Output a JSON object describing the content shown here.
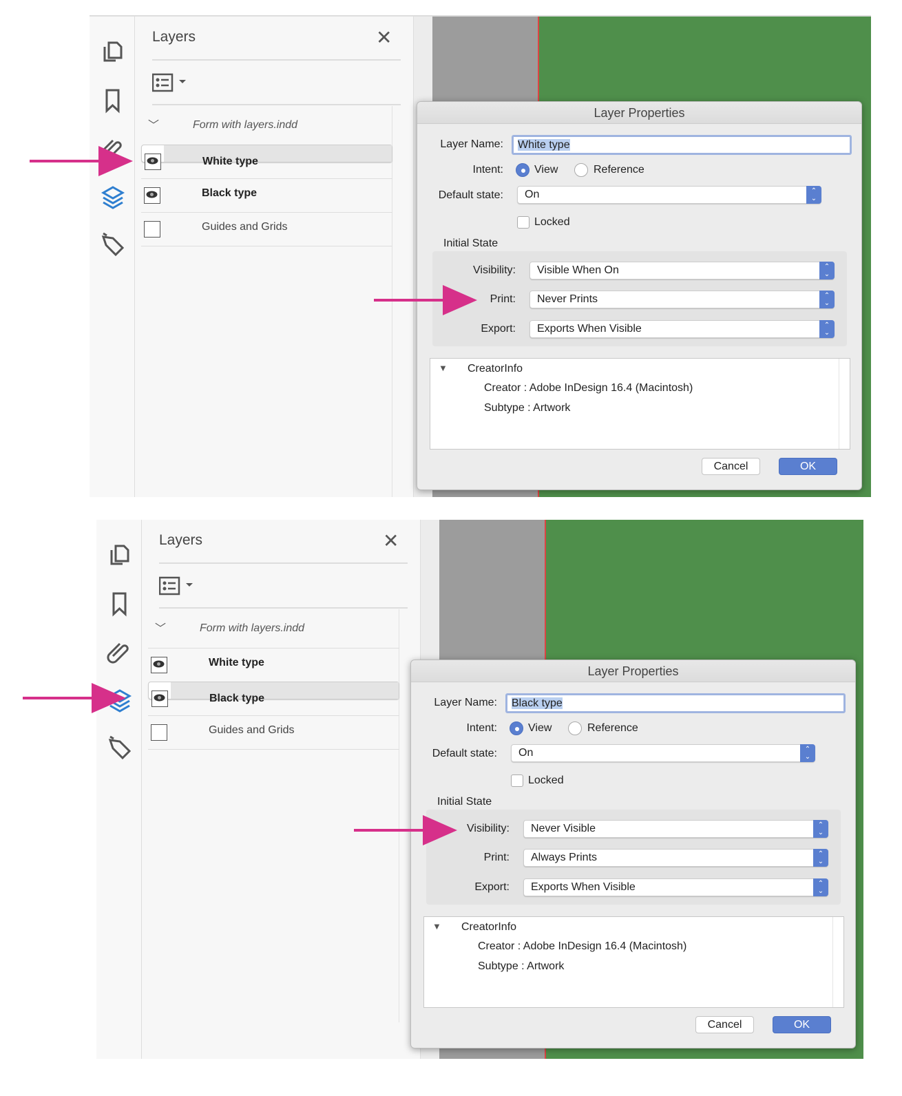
{
  "accent_color": "#5a7fd0",
  "arrow_color": "#d6308a",
  "panels": [
    {
      "layers_panel": {
        "title": "Layers",
        "close": "✕",
        "root": "Form with layers.indd",
        "rows": [
          {
            "label": "White type",
            "visible": true,
            "selected": true
          },
          {
            "label": "Black type",
            "visible": true,
            "selected": false
          },
          {
            "label": "Guides and Grids",
            "visible": false,
            "selected": false
          }
        ]
      },
      "dialog": {
        "title": "Layer Properties",
        "layer_name_label": "Layer Name:",
        "layer_name": "White type",
        "intent_label": "Intent:",
        "intent_view": "View",
        "intent_reference": "Reference",
        "default_state_label": "Default state:",
        "default_state": "On",
        "locked_label": "Locked",
        "initial_state_label": "Initial State",
        "visibility_label": "Visibility:",
        "visibility": "Visible When On",
        "print_label": "Print:",
        "print": "Never Prints",
        "export_label": "Export:",
        "export": "Exports When Visible",
        "creator_info": "CreatorInfo",
        "creator": "Creator : Adobe InDesign 16.4 (Macintosh)",
        "subtype": "Subtype : Artwork",
        "cancel": "Cancel",
        "ok": "OK"
      }
    },
    {
      "layers_panel": {
        "title": "Layers",
        "close": "✕",
        "root": "Form with layers.indd",
        "rows": [
          {
            "label": "White type",
            "visible": true,
            "selected": false
          },
          {
            "label": "Black type",
            "visible": true,
            "selected": true
          },
          {
            "label": "Guides and Grids",
            "visible": false,
            "selected": false
          }
        ]
      },
      "dialog": {
        "title": "Layer Properties",
        "layer_name_label": "Layer Name:",
        "layer_name": "Black type",
        "intent_label": "Intent:",
        "intent_view": "View",
        "intent_reference": "Reference",
        "default_state_label": "Default state:",
        "default_state": "On",
        "locked_label": "Locked",
        "initial_state_label": "Initial State",
        "visibility_label": "Visibility:",
        "visibility": "Never Visible",
        "print_label": "Print:",
        "print": "Always Prints",
        "export_label": "Export:",
        "export": "Exports When Visible",
        "creator_info": "CreatorInfo",
        "creator": "Creator : Adobe InDesign 16.4 (Macintosh)",
        "subtype": "Subtype : Artwork",
        "cancel": "Cancel",
        "ok": "OK"
      }
    }
  ]
}
